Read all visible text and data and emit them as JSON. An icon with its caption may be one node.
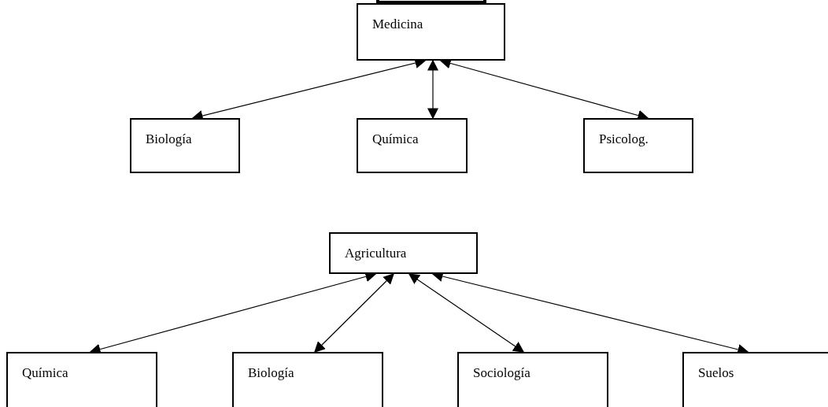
{
  "diagram": {
    "nodes": [
      {
        "text": [],
        "shape": "box"
      },
      {
        "text": [
          "Medicina"
        ]
      },
      {
        "text": [
          "Biología"
        ]
      },
      {
        "text": [
          "Química"
        ]
      },
      {
        "text": [
          "Psicolog."
        ]
      },
      {
        "text": [
          "Agricultura"
        ]
      },
      {
        "text": [
          "Química"
        ]
      },
      {
        "text": [
          "Biología"
        ]
      },
      {
        "text": [
          "Sociología"
        ]
      },
      {
        "text": [
          "Suelos"
        ]
      }
    ],
    "edges": [
      {
        "from": 1,
        "to": 2,
        "arrow": "both"
      },
      {
        "from": 1,
        "to": 3,
        "arrow": "both"
      },
      {
        "from": 1,
        "to": 4,
        "arrow": "both"
      },
      {
        "from": 5,
        "to": 6,
        "arrow": "both"
      },
      {
        "from": 5,
        "to": 7,
        "arrow": "both"
      },
      {
        "from": 5,
        "to": 8,
        "arrow": "both"
      },
      {
        "from": 5,
        "to": 9,
        "arrow": "both"
      }
    ]
  }
}
